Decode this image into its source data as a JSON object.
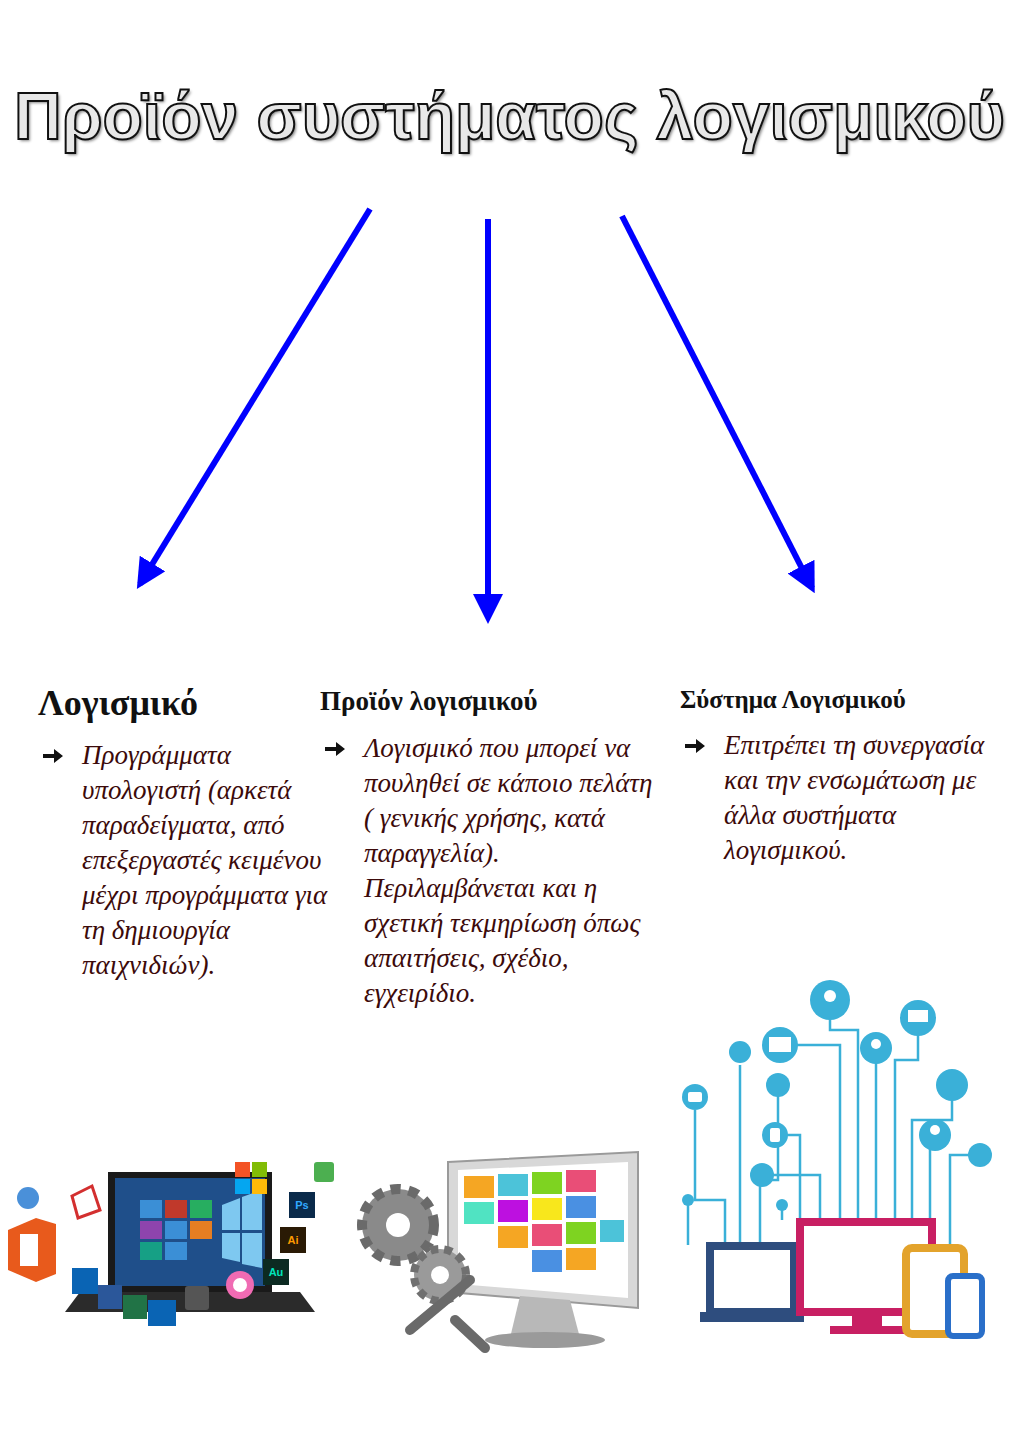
{
  "diagram": {
    "nodes": [
      {
        "text": [
          "Προϊόν συστήματος λογισμικού"
        ]
      },
      {
        "text": [
          "Λογισμικό",
          "Προγράμματα υπολογιστή (αρκετά παραδείγματα, από επεξεργαστές κειμένου μέχρι προγράμματα για τη δημιουργία παιχνιδιών)."
        ]
      },
      {
        "text": [
          "Προϊόν λογισμικού",
          "Λογισμικό που μπορεί να πουληθεί σε κάποιο πελάτη ( γενικής χρήσης, κατά παραγγελία). Περιλαμβάνεται και η σχετική τεκμηρίωση όπως απαιτήσεις, σχέδιο, εγχειρίδιο."
        ]
      },
      {
        "text": [
          "Σύστημα Λογισμικού",
          "Επιτρέπει τη συνεργασία και την ενσωμάτωση με άλλα συστήματα λογισμικού."
        ]
      }
    ],
    "edges": [
      {
        "from": 0,
        "to": 1,
        "arrow": "to"
      },
      {
        "from": 0,
        "to": 2,
        "arrow": "to"
      },
      {
        "from": 0,
        "to": 3,
        "arrow": "to"
      }
    ],
    "labels": [
      "Ps",
      "Ai",
      "Au"
    ]
  }
}
